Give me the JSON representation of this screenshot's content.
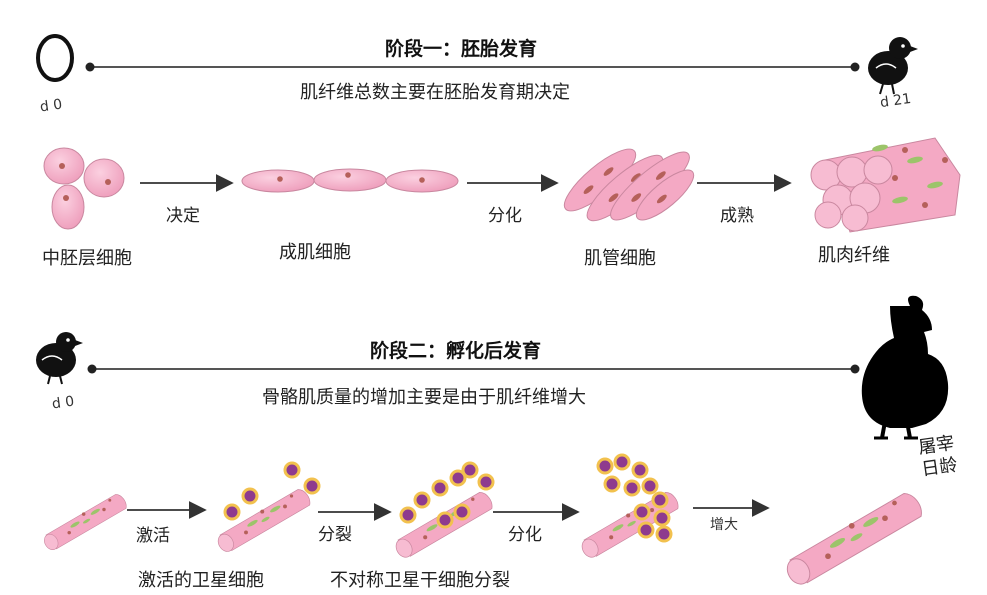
{
  "stage1": {
    "title": "阶段一：胚胎发育",
    "subtitle": "肌纤维总数主要在胚胎发育期决定",
    "start_label": "d 0",
    "end_label": "d 21",
    "cells": [
      "中胚层细胞",
      "成肌细胞",
      "肌管细胞",
      "肌肉纤维"
    ],
    "arrows": [
      "决定",
      "分化",
      "成熟"
    ]
  },
  "stage2": {
    "title": "阶段二：孵化后发育",
    "subtitle": "骨骼肌质量的增加主要是由于肌纤维增大",
    "start_label": "d 0",
    "end_label": "屠宰\n日龄",
    "arrows": [
      "激活",
      "分裂",
      "分化",
      "增大"
    ],
    "captions": [
      "激活的卫星细胞",
      "不对称卫星干细胞分裂"
    ]
  },
  "colors": {
    "cell_pink": "#f4a9c4",
    "cell_outline": "#c9879f",
    "nucleus": "#b5605a",
    "green_fibril": "#9cc46a",
    "satellite_purple": "#8e3a8e",
    "satellite_ring": "#f2c14e",
    "timeline": "#555555"
  }
}
